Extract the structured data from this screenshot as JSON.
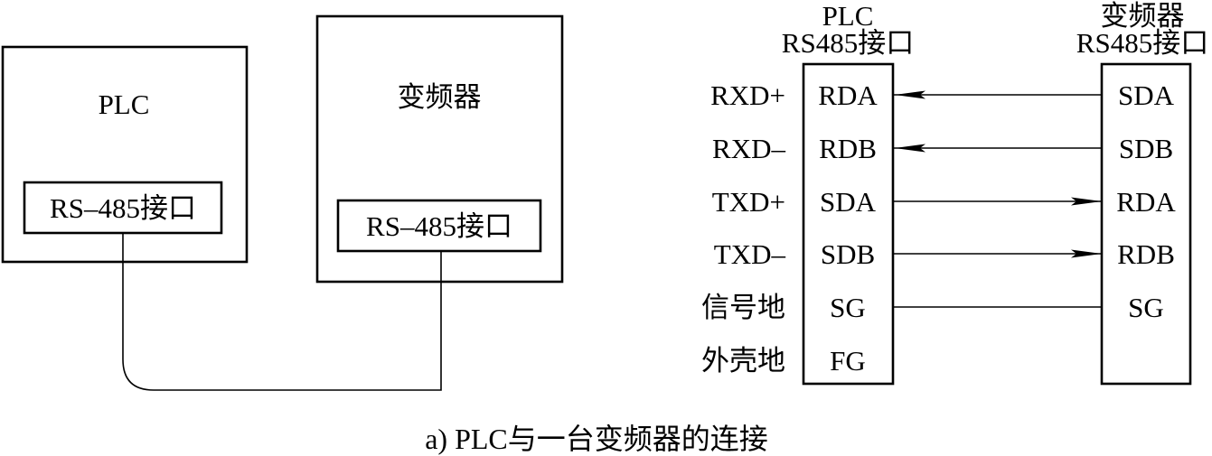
{
  "colors": {
    "ink": "#000000",
    "background": "#ffffff"
  },
  "left_diagram": {
    "plc": {
      "title": "PLC",
      "port": "RS–485接口"
    },
    "inverter": {
      "title": "变频器",
      "port": "RS–485接口"
    }
  },
  "right_diagram": {
    "plc_header": {
      "line1": "PLC",
      "line2": "RS485接口"
    },
    "inverter_header": {
      "line1": "变频器",
      "line2": "RS485接口"
    },
    "rows": [
      {
        "signal": "RXD+",
        "plc_terminal": "RDA",
        "inverter_terminal": "SDA",
        "wire": true,
        "arrow_at_plc": true,
        "arrow_at_inverter": false
      },
      {
        "signal": "RXD–",
        "plc_terminal": "RDB",
        "inverter_terminal": "SDB",
        "wire": true,
        "arrow_at_plc": true,
        "arrow_at_inverter": false
      },
      {
        "signal": "TXD+",
        "plc_terminal": "SDA",
        "inverter_terminal": "RDA",
        "wire": true,
        "arrow_at_plc": false,
        "arrow_at_inverter": true
      },
      {
        "signal": "TXD–",
        "plc_terminal": "SDB",
        "inverter_terminal": "RDB",
        "wire": true,
        "arrow_at_plc": false,
        "arrow_at_inverter": true
      },
      {
        "signal": "信号地",
        "plc_terminal": "SG",
        "inverter_terminal": "SG",
        "wire": true,
        "arrow_at_plc": false,
        "arrow_at_inverter": false
      },
      {
        "signal": "外壳地",
        "plc_terminal": "FG",
        "wire": false,
        "arrow_at_plc": false,
        "arrow_at_inverter": false
      }
    ]
  },
  "caption": "a) PLC与一台变频器的连接"
}
